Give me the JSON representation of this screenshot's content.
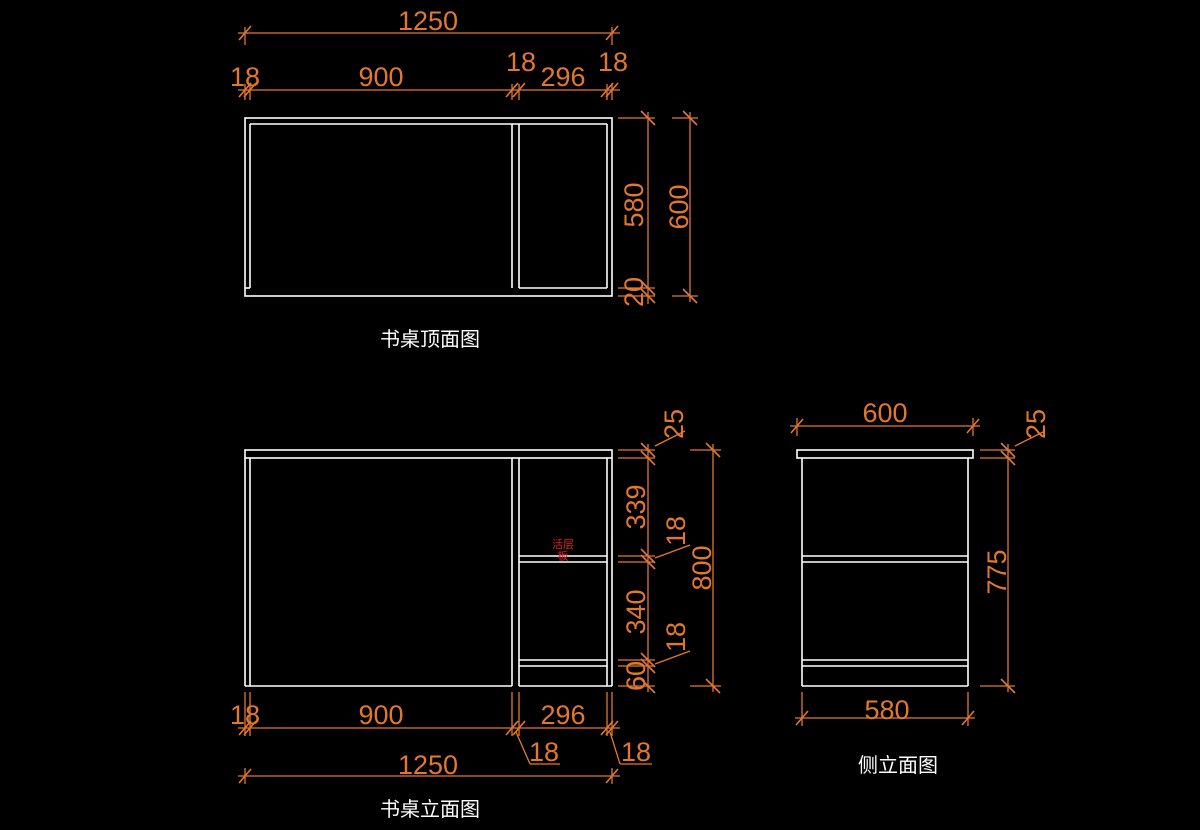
{
  "views": {
    "top": {
      "title": "书桌顶面图",
      "dims": {
        "overall_width": "1250",
        "left_panel": "18",
        "main_span": "900",
        "middle_panel": "18",
        "cabinet_span": "296",
        "right_panel": "18",
        "inner_depth": "580",
        "overall_depth": "600",
        "back_panel": "20"
      }
    },
    "front": {
      "title": "书桌立面图",
      "note": "活层\n板",
      "dims": {
        "top_board": "25",
        "upper_space": "339",
        "shelf": "18",
        "lower_space": "340",
        "bottom_shelf": "18",
        "plinth": "60",
        "overall_height": "800",
        "left_panel": "18",
        "main_span": "900",
        "cabinet_span": "296",
        "middle_panel": "18",
        "right_panel": "18",
        "overall_width": "1250"
      }
    },
    "side": {
      "title": "侧立面图",
      "dims": {
        "overall_depth": "600",
        "top_board": "25",
        "body_height": "775",
        "body_depth": "580"
      }
    }
  },
  "colors": {
    "background": "#000000",
    "geometry": "#ffffff",
    "dimension": "#e2782f",
    "note": "#e02020"
  }
}
